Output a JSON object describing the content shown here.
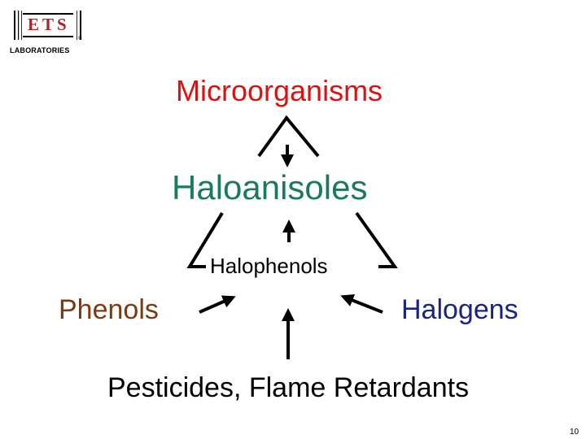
{
  "logo": {
    "letters": "ETS",
    "registered": "®",
    "subtitle": "LABORATORIES"
  },
  "diagram": {
    "top": "Microorganisms",
    "center": "Haloanisoles",
    "middle": "Halophenols",
    "left": "Phenols",
    "right": "Halogens",
    "bottom": "Pesticides, Flame Retardants"
  },
  "colors": {
    "microorganisms": "#dd1111",
    "haloanisoles": "#1a7a5e",
    "phenols": "#7a3b10",
    "halogens": "#1a237e",
    "logo": "#b22222"
  },
  "page_number": "10"
}
